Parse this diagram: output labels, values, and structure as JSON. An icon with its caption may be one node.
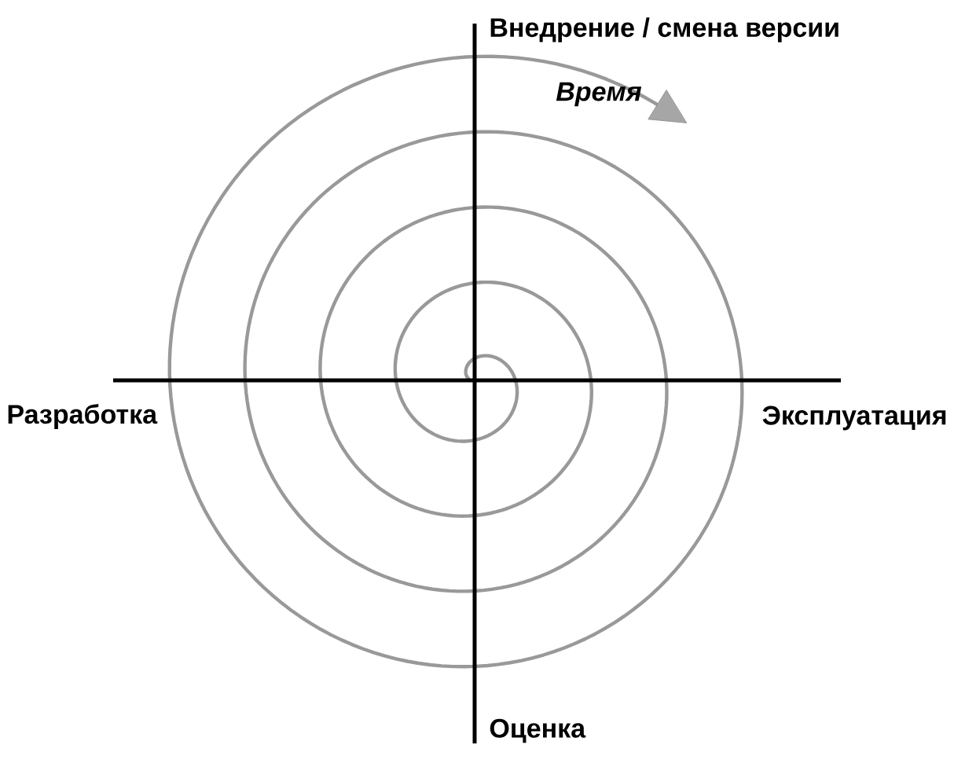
{
  "diagram": {
    "labels": [
      "Внедрение / смена версии",
      "Время",
      "Разработка",
      "Эксплуатация",
      "Оценка"
    ]
  }
}
